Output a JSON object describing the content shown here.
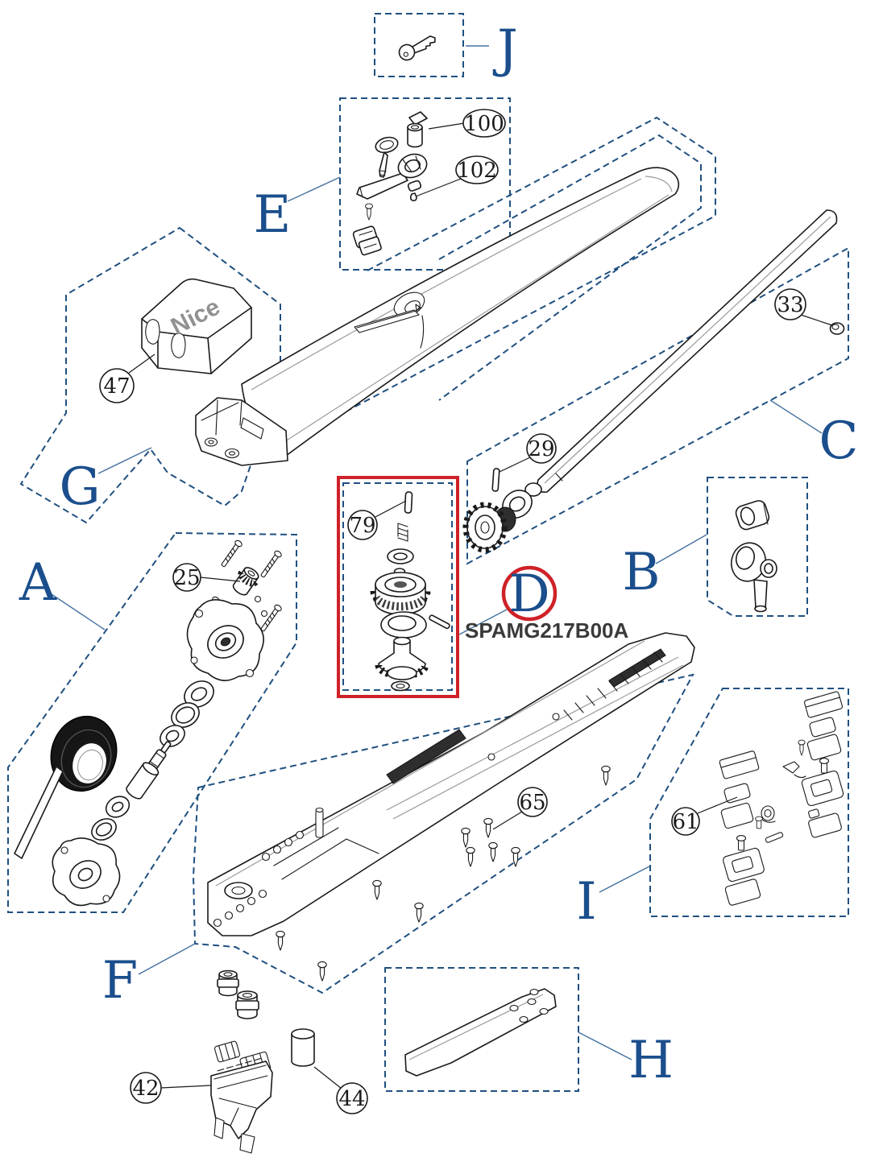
{
  "diagram": {
    "part_code": "SPAMG217B00A",
    "brand_logo": "Nice",
    "highlighted_section": "D",
    "sections": {
      "a": "A",
      "b": "B",
      "c": "C",
      "d": "D",
      "e": "E",
      "f": "F",
      "g": "G",
      "h": "H",
      "i": "I",
      "j": "J"
    },
    "callouts": {
      "n25": "25",
      "n29": "29",
      "n33": "33",
      "n42": "42",
      "n44": "44",
      "n47": "47",
      "n61": "61",
      "n65": "65",
      "n79": "79",
      "n100": "100",
      "n102": "102"
    },
    "colors": {
      "region_outline": "#1f5080",
      "section_letter": "#1b4e8c",
      "highlight_red": "#cf2128",
      "line_art": "#1a1a1a",
      "background": "#ffffff"
    }
  }
}
